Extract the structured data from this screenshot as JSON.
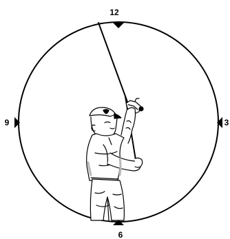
{
  "clock": {
    "labels": {
      "top": "12",
      "right": "3",
      "bottom": "6",
      "left": "9"
    }
  },
  "colors": {
    "ink": "#000000",
    "background": "#ffffff",
    "shading": "#b8b8b8"
  },
  "icons": {
    "figure": "angler-casting-figure",
    "markers": "triangle-pointer-icon"
  }
}
